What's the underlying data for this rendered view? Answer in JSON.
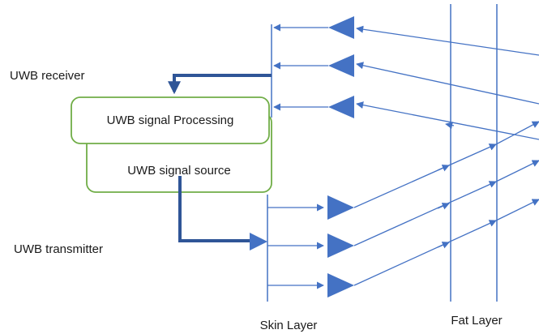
{
  "labels": {
    "uwb_receiver": "UWB receiver",
    "uwb_transmitter": "UWB transmitter",
    "signal_processing": "UWB signal Processing",
    "signal_source": "UWB signal source",
    "skin_layer": "Skin Layer",
    "fat_layer": "Fat Layer"
  },
  "colors": {
    "line_blue": "#4472c4",
    "arrow_dark": "#2f5597",
    "box_green": "#70ad47",
    "text": "#1a1a1a"
  }
}
